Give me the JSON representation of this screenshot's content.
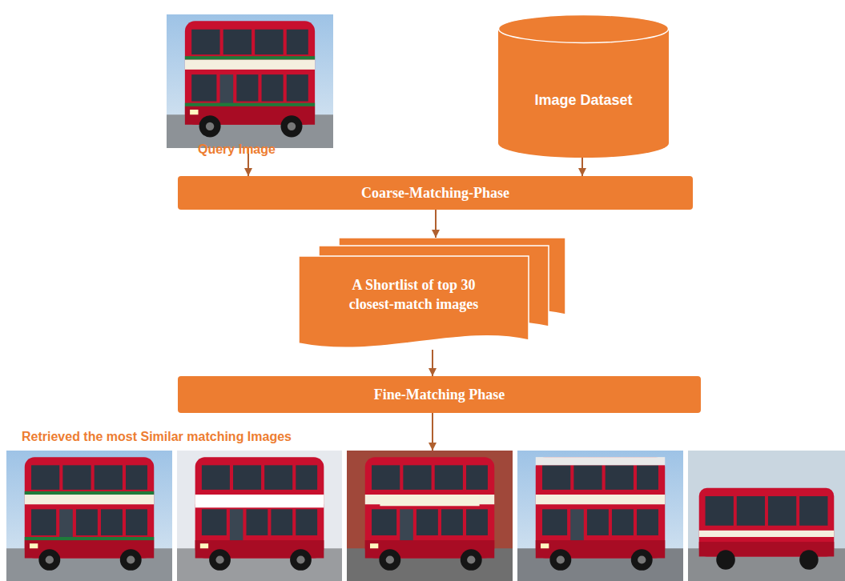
{
  "diagram": {
    "nodes": [
      {
        "text": [
          "Query Image"
        ]
      },
      {
        "text": [
          "Image Dataset"
        ]
      },
      {
        "text": [
          "Coarse-Matching-Phase"
        ]
      },
      {
        "text": [
          "A Shortlist of top 30 closest-match images"
        ]
      },
      {
        "text": [
          "Fine-Matching Phase"
        ]
      },
      {
        "text": [
          "Retrieved the most Similar matching Images"
        ]
      }
    ],
    "edges": [
      {
        "from": 0,
        "to": 2,
        "arrow": "to"
      },
      {
        "from": 1,
        "to": 2,
        "arrow": "to"
      },
      {
        "from": 2,
        "to": 3,
        "arrow": "to"
      },
      {
        "from": 3,
        "to": 4,
        "arrow": "to"
      },
      {
        "from": 4,
        "to": 5,
        "arrow": "to"
      }
    ]
  }
}
